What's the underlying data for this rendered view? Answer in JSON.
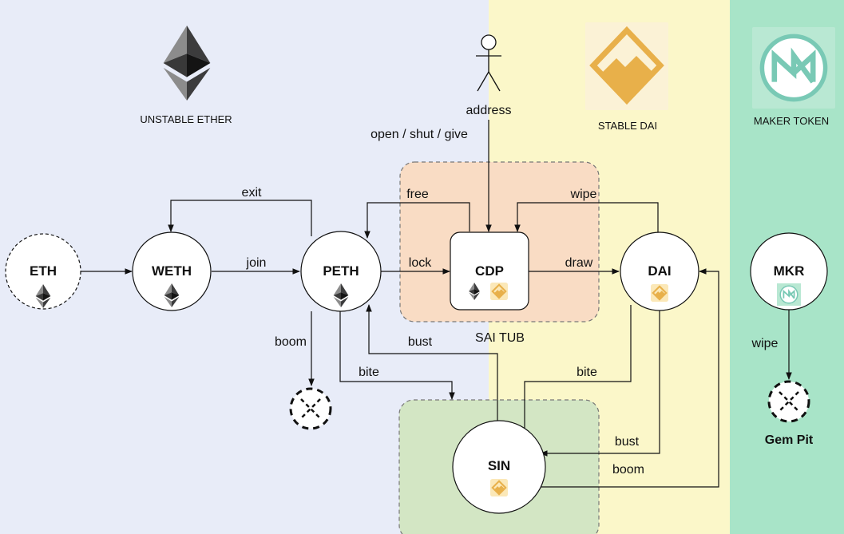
{
  "regions": {
    "ether": "UNSTABLE ETHER",
    "dai": "STABLE DAI",
    "mkr": "MAKER TOKEN"
  },
  "groups": {
    "sai_tub": "SAI TUB"
  },
  "actor": {
    "label": "address"
  },
  "nodes": {
    "eth": "ETH",
    "weth": "WETH",
    "peth": "PETH",
    "cdp": "CDP",
    "dai": "DAI",
    "sin": "SIN",
    "mkr": "MKR",
    "gem_pit": "Gem Pit"
  },
  "edges": {
    "open_shut_give": "open / shut / give",
    "exit": "exit",
    "join": "join",
    "free": "free",
    "lock": "lock",
    "wipe_top": "wipe",
    "draw": "draw",
    "boom_left": "boom",
    "bust_left": "bust",
    "bite_left": "bite",
    "bite_right": "bite",
    "bust_right": "bust",
    "boom_right": "boom",
    "wipe_mkr": "wipe"
  },
  "colors": {
    "ether_region": "#e8ecf8",
    "dai_region": "#fbf7c9",
    "mkr_region": "#a8e4c8",
    "sai_tub_fill": "#f9dcc4",
    "sin_group_fill": "#d3e6c4",
    "dai_gold": "#e8b04a",
    "mkr_teal": "#79c9b5"
  },
  "icons": [
    "ethereum-logo-icon",
    "dai-logo-icon",
    "maker-logo-icon",
    "stick-figure-icon",
    "dashed-x-icon"
  ]
}
